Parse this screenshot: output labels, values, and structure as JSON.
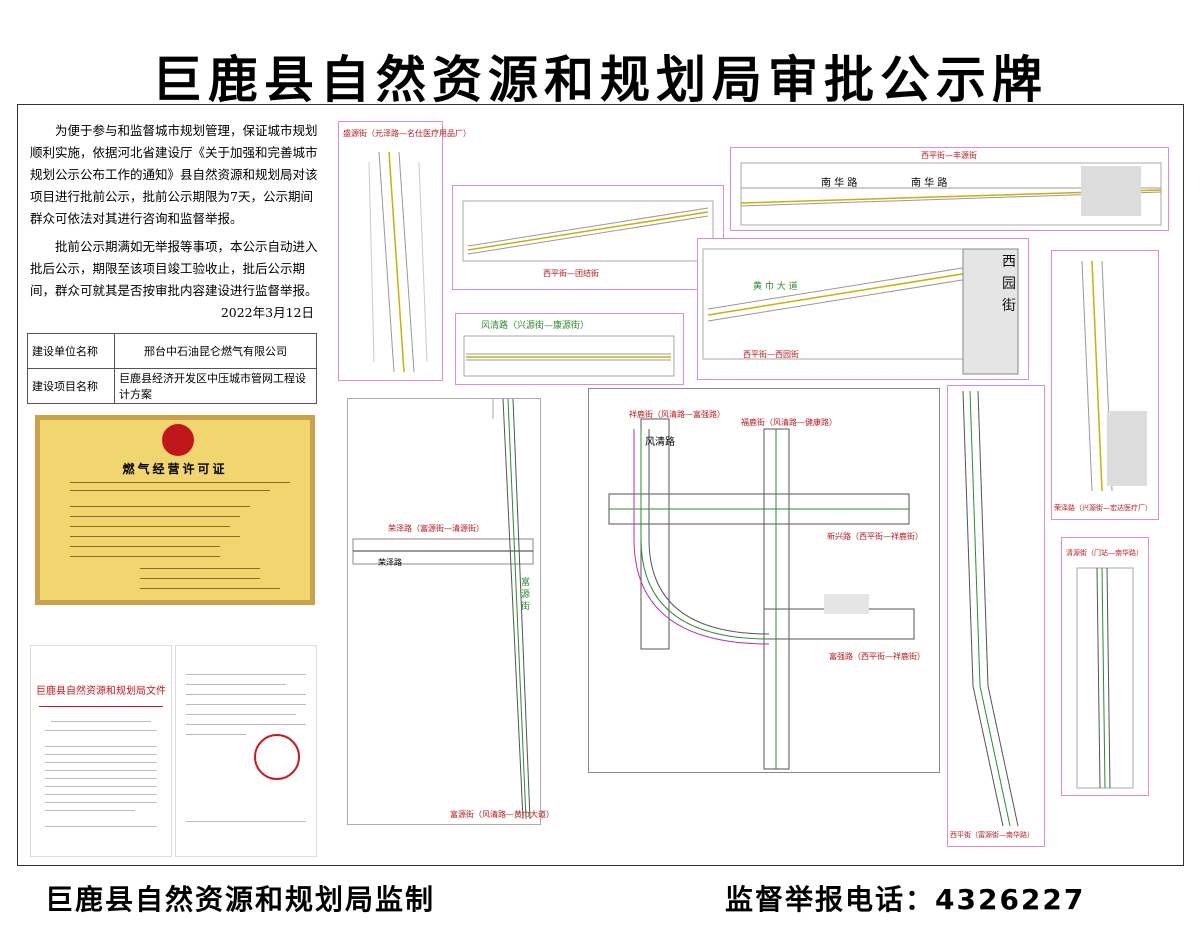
{
  "title": "巨鹿县自然资源和规划局审批公示牌",
  "notice": {
    "para1": "为便于参与和监督城市规划管理，保证城市规划顺利实施，依据河北省建设厅《关于加强和完善城市规划公示公布工作的通知》县自然资源和规划局对该项目进行批前公示，批前公示期限为7天，公示期间群众可依法对其进行咨询和监督举报。",
    "para2": "批前公示期满如无举报等事项，本公示自动进入批后公示，期限至该项目竣工验收止，批后公示期间，群众可就其是否按审批内容建设进行监督举报。",
    "date": "2022年3月12日"
  },
  "info_table": [
    {
      "key": "建设单位名称",
      "value": "邢台中石油昆仑燃气有限公司"
    },
    {
      "key": "建设项目名称",
      "value": "巨鹿县经济开发区中压城市管网工程设计方案"
    }
  ],
  "license": {
    "title": "燃气经营许可证"
  },
  "document": {
    "title": "巨鹿县自然资源和规划局文件"
  },
  "maps": {
    "m1": {
      "label": "盛源街（元泽路—名仕医疗用品厂）"
    },
    "m2": {
      "label": "西平街—团结街"
    },
    "m3": {
      "label": "西平街—丰源街",
      "road1": "南 华 路",
      "road2": "南 华 路"
    },
    "m4": {
      "label": "西平街—西园街",
      "road": "黄 巾 大 道",
      "side": "西园街"
    },
    "m5": {
      "label": "风清路（兴源街—康源街）"
    },
    "m6": {
      "label": "荣泽路（兴源街—宏达医疗厂）"
    },
    "m7": {
      "top": "荣泽路（富源街—清源街）",
      "mid": "荣泽路",
      "side": "富源街",
      "bottom": "富源街（风清路—黄巾大道）"
    },
    "m8": {
      "l1": "祥鹿街（风清路—富强路）",
      "l2": "福鹿街（风清路—健康路）",
      "l3": "风清路",
      "l4": "新兴路（西平街—祥鹿街）",
      "l5": "富强路（西平街—祥鹿街）"
    },
    "m9": {
      "label": "西平街（富源街—南华路）"
    },
    "m10": {
      "label": "清源街（门站—南华路）"
    }
  },
  "footer": {
    "left": "巨鹿县自然资源和规划局监制",
    "right": "监督举报电话：4326227"
  }
}
